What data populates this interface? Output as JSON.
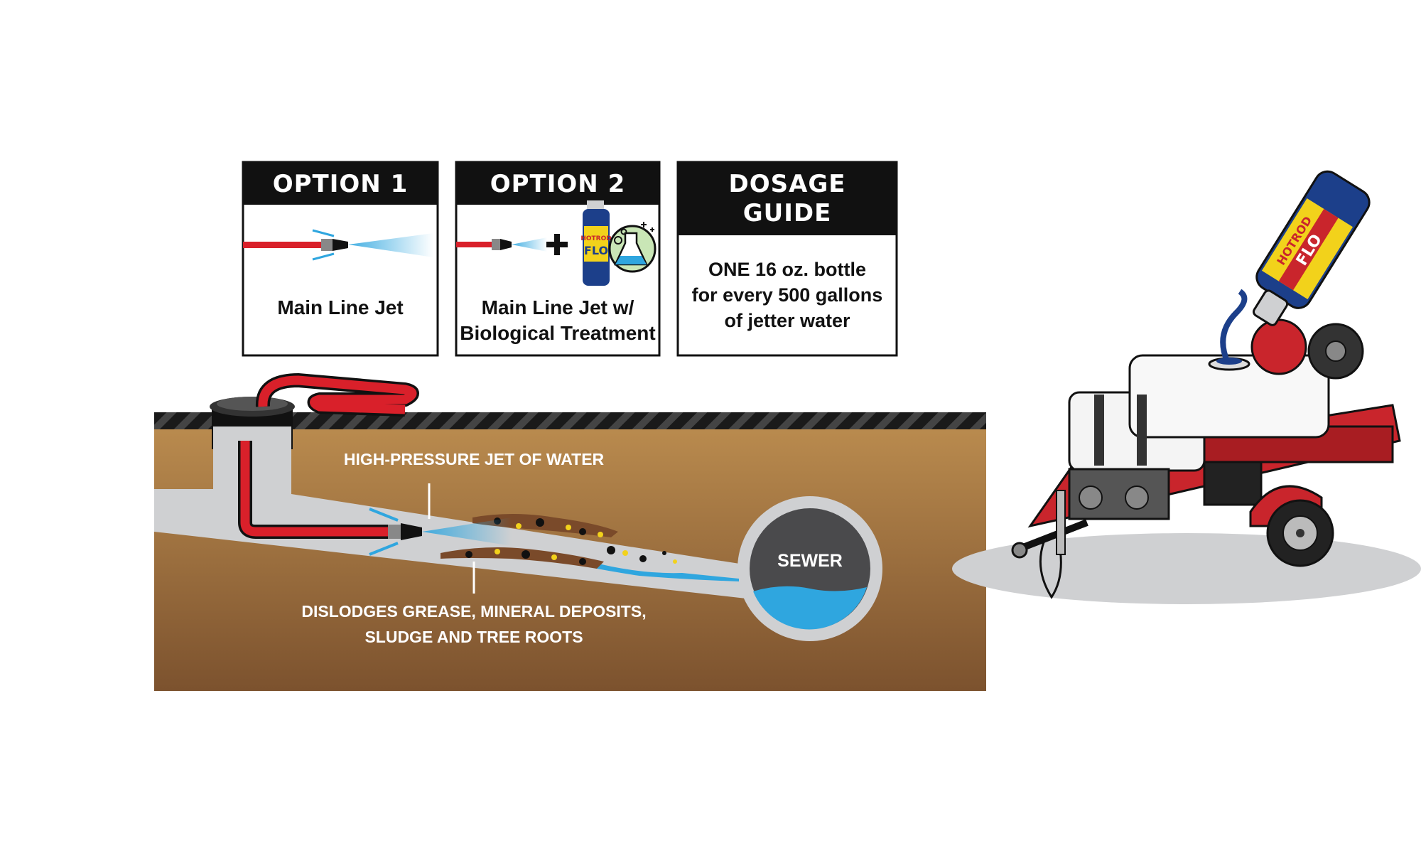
{
  "options": [
    {
      "title": "OPTION  1",
      "caption_lines": [
        "Main Line Jet"
      ]
    },
    {
      "title": "OPTION  2",
      "caption_lines": [
        "Main Line Jet w/",
        "Biological Treatment"
      ]
    }
  ],
  "dosage": {
    "title_lines": [
      "DOSAGE",
      "GUIDE"
    ],
    "text_lines": [
      "ONE 16 oz. bottle",
      "for every 500 gallons",
      "of jetter water"
    ]
  },
  "callouts": {
    "jet": "HIGH-PRESSURE JET OF WATER",
    "dislodge_lines": [
      "DISLODGES GREASE, MINERAL DEPOSITS,",
      "SLUDGE AND TREE ROOTS"
    ]
  },
  "sewer_label": "SEWER",
  "bottle_brand": "HOTROD",
  "bottle_product": "FLO",
  "colors": {
    "hose_red": "#d9202a",
    "soil_top": "#b98a4e",
    "soil_bottom": "#7f5530",
    "pipe_gray": "#cfd0d2",
    "water_blue": "#2fa6df",
    "trailer_red": "#c9252c",
    "bottle_blue": "#1c3f8a"
  }
}
